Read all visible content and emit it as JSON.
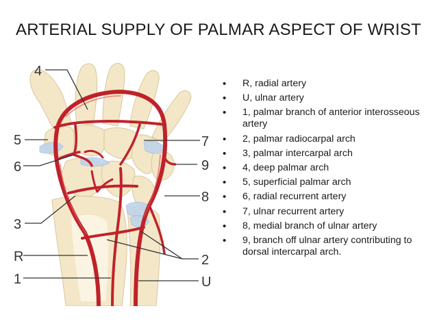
{
  "slide": {
    "title": "ARTERIAL SUPPLY OF PALMAR ASPECT OF WRIST"
  },
  "figure": {
    "callouts": [
      {
        "id": "4",
        "label": "4"
      },
      {
        "id": "5",
        "label": "5"
      },
      {
        "id": "6",
        "label": "6"
      },
      {
        "id": "3",
        "label": "3"
      },
      {
        "id": "R",
        "label": "R"
      },
      {
        "id": "1",
        "label": "1"
      },
      {
        "id": "7",
        "label": "7"
      },
      {
        "id": "9",
        "label": "9"
      },
      {
        "id": "8",
        "label": "8"
      },
      {
        "id": "2",
        "label": "2"
      },
      {
        "id": "U",
        "label": "U"
      }
    ]
  },
  "legend": {
    "items": [
      "R, radial artery",
      "U, ulnar artery",
      "1, palmar branch of anterior interosseous artery",
      "2, palmar radiocarpal arch",
      "3, palmar intercarpal arch",
      "4, deep palmar arch",
      "5, superficial palmar arch",
      "6, radial recurrent artery",
      "7, ulnar recurrent artery",
      "8, medial branch of ulnar artery",
      "9, branch off ulnar artery contributing to dorsal intercarpal arch."
    ]
  },
  "colors": {
    "artery": "#c0222a",
    "bone": "#f3e7c8",
    "cartilage": "#bcd3ec",
    "text": "#1a1a1a"
  }
}
